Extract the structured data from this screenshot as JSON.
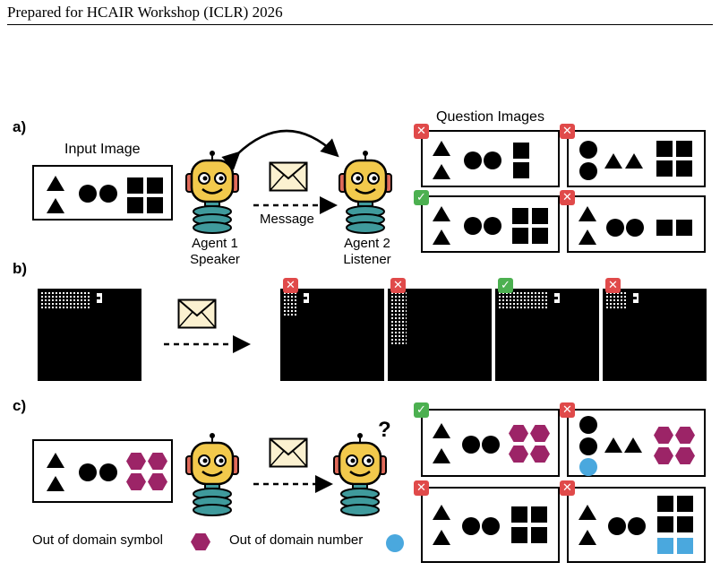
{
  "header": {
    "text": "Prepared for HCAIR Workshop (ICLR) 2026"
  },
  "panel_a": {
    "label": "a)",
    "input_title": "Input Image",
    "question_title": "Question Images",
    "agent1_line1": "Agent 1",
    "agent1_line2": "Speaker",
    "agent2_line1": "Agent 2",
    "agent2_line2": "Listener",
    "message_label": "Message",
    "question_results": [
      "incorrect",
      "incorrect",
      "correct",
      "incorrect"
    ]
  },
  "panel_b": {
    "label": "b)",
    "question_results": [
      "incorrect",
      "incorrect",
      "correct",
      "incorrect"
    ]
  },
  "panel_c": {
    "label": "c)",
    "question_results": [
      "correct",
      "incorrect",
      "incorrect",
      "incorrect"
    ],
    "legend_symbol_label": "Out of domain symbol",
    "legend_number_label": "Out of domain number",
    "listener_mark": "?"
  },
  "colors": {
    "ood_symbol": "#9c2467",
    "ood_number": "#4aa8de",
    "correct_badge": "#4cb050",
    "incorrect_badge": "#e04a4a",
    "robot_face": "#f2c94c",
    "robot_base": "#3f9a9c",
    "envelope": "#fbf1d0"
  },
  "icons": {
    "correct": "check-mark-icon",
    "incorrect": "cross-mark-icon",
    "message": "envelope-icon",
    "agent": "robot-icon"
  }
}
